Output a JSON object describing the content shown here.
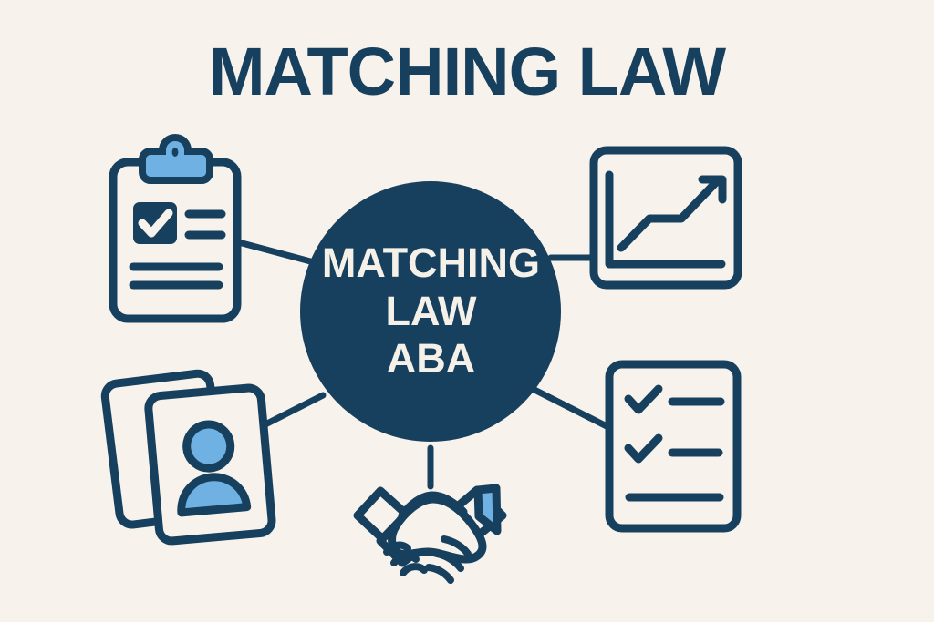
{
  "page": {
    "title": "MATCHING LAW",
    "background_color": "#f7f3ec",
    "navy_color": "#17405e",
    "accent_blue_color": "#6fb1e2",
    "cream_color": "#f5f1e9"
  },
  "hub": {
    "line1": "MATCHING",
    "line2": "LAW",
    "line3": "ABA",
    "fill_color": "#17405e",
    "text_color": "#f5f1e9"
  },
  "nodes": [
    {
      "id": "clipboard",
      "icon": "clipboard-checklist-icon",
      "position": "top-left",
      "accent": "#6fb1e2"
    },
    {
      "id": "growth-chart",
      "icon": "growth-chart-icon",
      "position": "top-right",
      "accent": "#17405e"
    },
    {
      "id": "id-cards",
      "icon": "id-cards-person-icon",
      "position": "bottom-left",
      "accent": "#6fb1e2"
    },
    {
      "id": "checklist-document",
      "icon": "checklist-document-icon",
      "position": "bottom-right",
      "accent": "#17405e"
    },
    {
      "id": "handshake",
      "icon": "handshake-icon",
      "position": "bottom-center",
      "accent": "#6fb1e2"
    }
  ],
  "connectors": [
    {
      "id": "connector-clipboard",
      "from": "clipboard",
      "to": "hub"
    },
    {
      "id": "connector-growth-chart",
      "from": "hub",
      "to": "growth-chart"
    },
    {
      "id": "connector-id-cards",
      "from": "id-cards",
      "to": "hub"
    },
    {
      "id": "connector-checklist-document",
      "from": "hub",
      "to": "checklist-document"
    },
    {
      "id": "connector-handshake",
      "from": "hub",
      "to": "handshake"
    }
  ]
}
